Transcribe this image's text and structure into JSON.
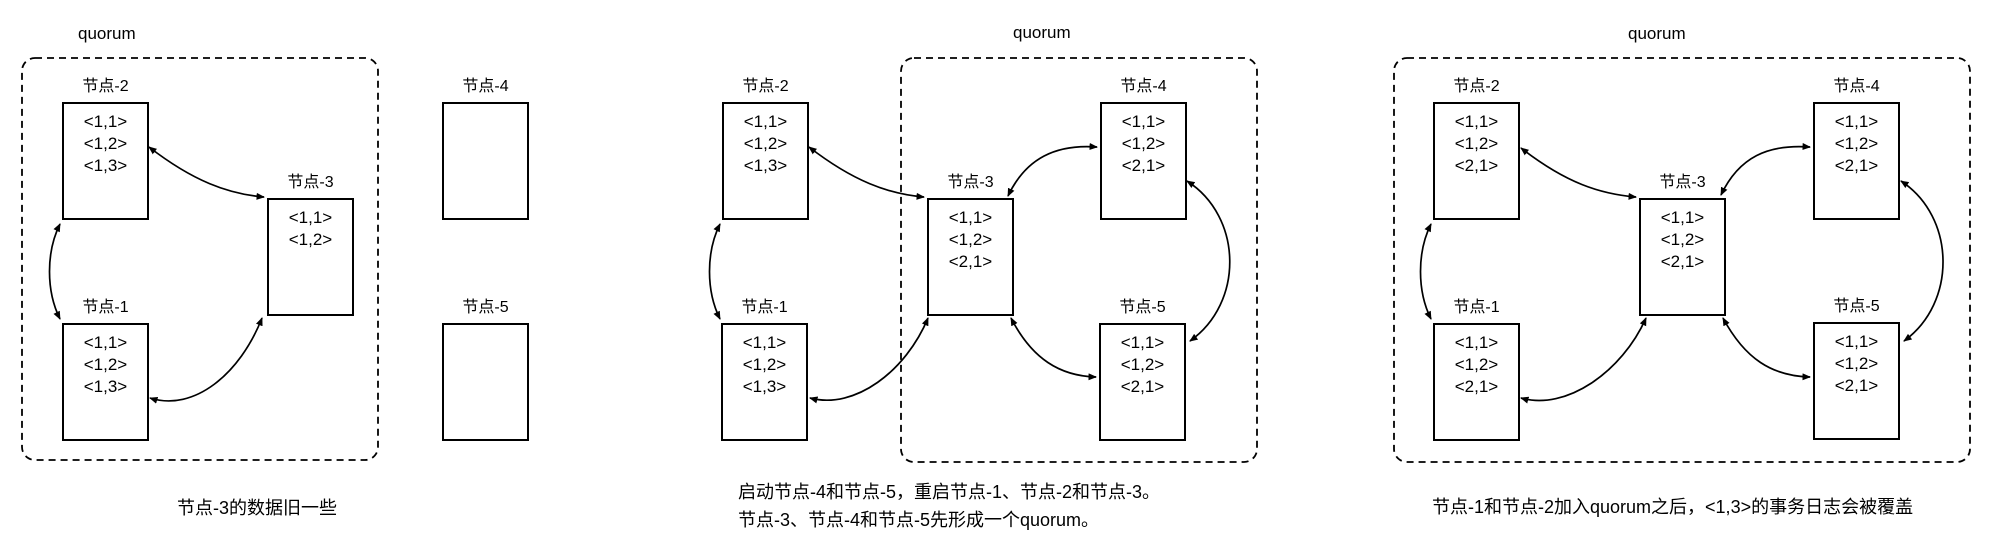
{
  "colors": {
    "background": "#ffffff",
    "line": "#000000",
    "text": "#000000"
  },
  "panels": [
    {
      "quorum_label": "quorum",
      "caption_lines": [
        "节点-3的数据旧一些"
      ],
      "nodes": {
        "node1": {
          "label": "节点-1",
          "entries": [
            "<1,1>",
            "<1,2>",
            "<1,3>"
          ]
        },
        "node2": {
          "label": "节点-2",
          "entries": [
            "<1,1>",
            "<1,2>",
            "<1,3>"
          ]
        },
        "node3": {
          "label": "节点-3",
          "entries": [
            "<1,1>",
            "<1,2>"
          ]
        },
        "node4": {
          "label": "节点-4",
          "entries": []
        },
        "node5": {
          "label": "节点-5",
          "entries": []
        }
      }
    },
    {
      "quorum_label": "quorum",
      "caption_lines": [
        "启动节点-4和节点-5，重启节点-1、节点-2和节点-3。",
        "节点-3、节点-4和节点-5先形成一个quorum。"
      ],
      "nodes": {
        "node1": {
          "label": "节点-1",
          "entries": [
            "<1,1>",
            "<1,2>",
            "<1,3>"
          ]
        },
        "node2": {
          "label": "节点-2",
          "entries": [
            "<1,1>",
            "<1,2>",
            "<1,3>"
          ]
        },
        "node3": {
          "label": "节点-3",
          "entries": [
            "<1,1>",
            "<1,2>",
            "<2,1>"
          ]
        },
        "node4": {
          "label": "节点-4",
          "entries": [
            "<1,1>",
            "<1,2>",
            "<2,1>"
          ]
        },
        "node5": {
          "label": "节点-5",
          "entries": [
            "<1,1>",
            "<1,2>",
            "<2,1>"
          ]
        }
      }
    },
    {
      "quorum_label": "quorum",
      "caption_lines": [
        "节点-1和节点-2加入quorum之后，<1,3>的事务日志会被覆盖"
      ],
      "nodes": {
        "node1": {
          "label": "节点-1",
          "entries": [
            "<1,1>",
            "<1,2>",
            "<2,1>"
          ]
        },
        "node2": {
          "label": "节点-2",
          "entries": [
            "<1,1>",
            "<1,2>",
            "<2,1>"
          ]
        },
        "node3": {
          "label": "节点-3",
          "entries": [
            "<1,1>",
            "<1,2>",
            "<2,1>"
          ]
        },
        "node4": {
          "label": "节点-4",
          "entries": [
            "<1,1>",
            "<1,2>",
            "<2,1>"
          ]
        },
        "node5": {
          "label": "节点-5",
          "entries": [
            "<1,1>",
            "<1,2>",
            "<2,1>"
          ]
        }
      }
    }
  ]
}
